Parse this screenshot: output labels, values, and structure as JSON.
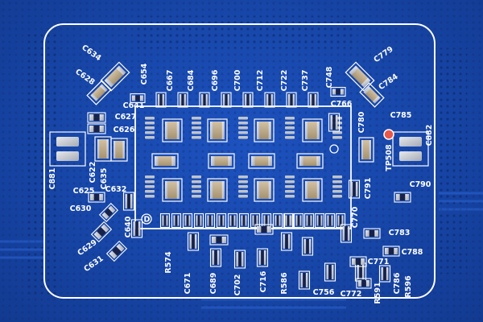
{
  "image": {
    "subject": "Blue PCB close-up",
    "colors": {
      "board": "#1746a8",
      "silk": "#ffffff",
      "pad": "#c9ccd2",
      "cap": "#b8a58a",
      "via": "#0f2f75",
      "trace": "#2a62d1"
    },
    "labels": [
      "C634",
      "C628",
      "C654",
      "C667",
      "C684",
      "C696",
      "C700",
      "C712",
      "C722",
      "C737",
      "C748",
      "C779",
      "C641",
      "C627",
      "C626",
      "C784",
      "C766",
      "C785",
      "C780",
      "C882",
      "TP508",
      "C881",
      "C622",
      "C635",
      "C625",
      "C632",
      "C630",
      "C640",
      "C629",
      "C631",
      "C791",
      "C790",
      "C770",
      "C783",
      "C788",
      "C771",
      "C786",
      "R596",
      "R591",
      "C772",
      "C756",
      "R586",
      "C716",
      "C702",
      "C689",
      "C671",
      "R574"
    ]
  }
}
